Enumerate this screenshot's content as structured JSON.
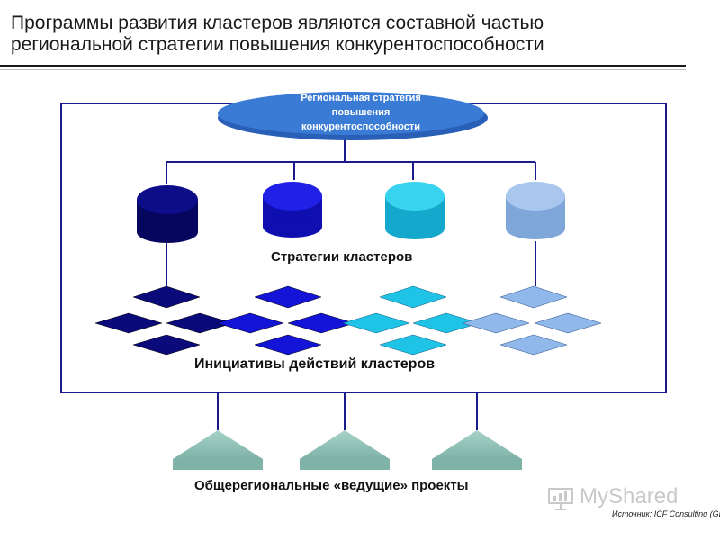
{
  "title": {
    "line1": "Программы развития кластеров являются составной частью",
    "line2": "региональной стратегии повышения конкурентоспособности"
  },
  "top_node": {
    "line1": "Региональная стратегия",
    "line2": "повышения",
    "line3": "конкурентоспособности",
    "color": "#3a7bd5"
  },
  "labels": {
    "strategies": "Стратегии кластеров",
    "initiatives": "Инициативы действий кластеров",
    "projects": "Общерегиональные «ведущие» проекты"
  },
  "cluster_colors": [
    "#0a0a7a",
    "#1414d8",
    "#1ec3e6",
    "#90b8ea"
  ],
  "triangle_color": "#8fc0b6",
  "line_color": "#1a1a8c",
  "watermark": {
    "text": "MyShared",
    "icon": "presentation-icon"
  },
  "source": "Источник: ICF Consulting (GED"
}
